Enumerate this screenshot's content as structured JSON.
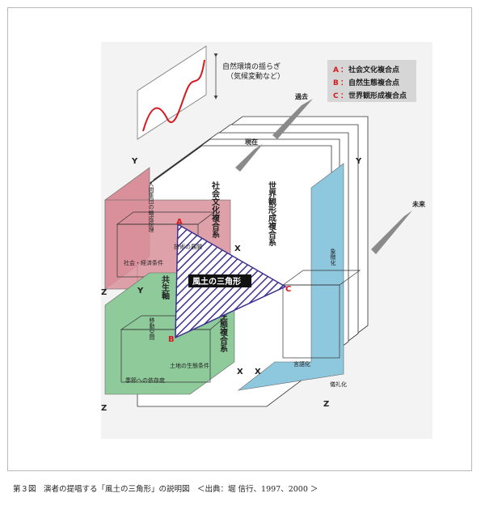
{
  "caption": "第３図　演者の提唱する「風土の三角形」の説明図　＜出典：堀 信行、1997、2000 ＞",
  "wave_note": {
    "line1": "自然環境の揺らぎ",
    "line2": "（気候変動など）"
  },
  "legend": [
    {
      "key": "A",
      "sep": "：",
      "text": "社会文化複合点"
    },
    {
      "key": "B",
      "sep": "：",
      "text": "自然生態複合点"
    },
    {
      "key": "C",
      "sep": "：",
      "text": "世界観形成複合点"
    }
  ],
  "time": {
    "past": "過去",
    "present": "現在",
    "future": "未来"
  },
  "systems": {
    "social": "社会文化複合系",
    "world": "世界観形成複合系",
    "natural": "自然生態複合系"
  },
  "axes": {
    "y": "Y",
    "z": "Z",
    "x": "X"
  },
  "social_labels": {
    "group": "人間集団の編成原理",
    "tech": "技術の展開",
    "econ": "社会・経済条件"
  },
  "natural_labels": {
    "move": "移動空間",
    "land": "土地の生態条件",
    "season": "季節への依存度"
  },
  "world_labels": {
    "symbol": "象徴化",
    "lang": "言語化",
    "ritual": "儀礼化"
  },
  "coaxis": "共生軸",
  "triangle": "風土の三角形",
  "points": {
    "a": "A",
    "b": "B",
    "c": "C"
  },
  "colors": {
    "red": "#d9909a",
    "green": "#8fca9a",
    "blue": "#8ec8df",
    "accent": "#d8181d",
    "hatch": "#3d3091"
  }
}
